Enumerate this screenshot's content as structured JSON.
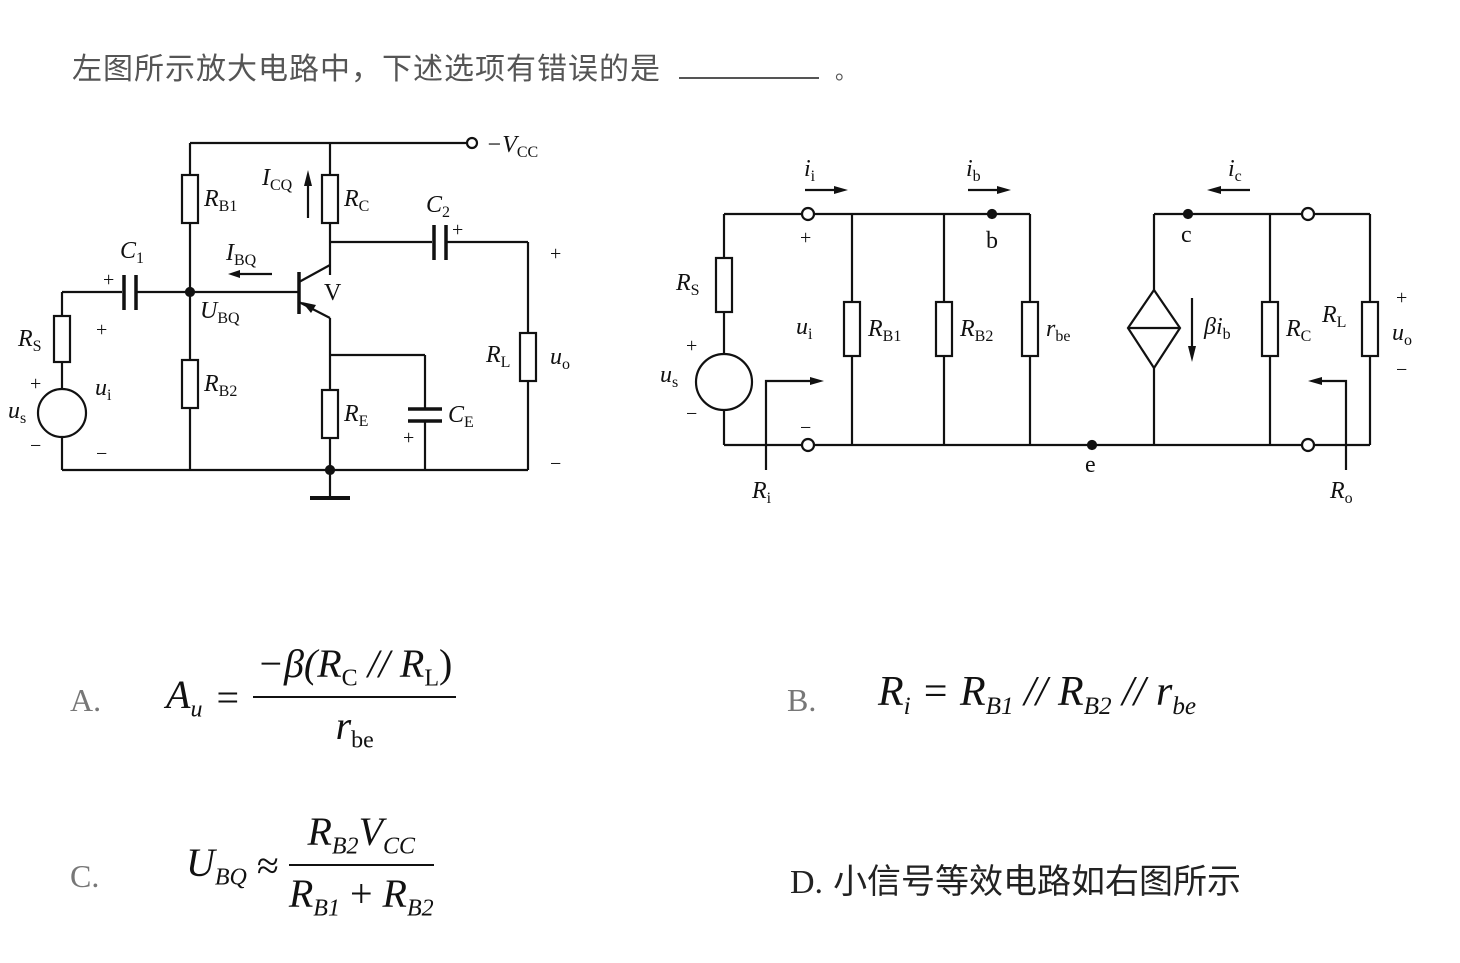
{
  "question": {
    "text": "左图所示放大电路中，下述选项有错误的是",
    "end_mark": "。"
  },
  "left_circuit": {
    "labels": {
      "vcc": "−V",
      "vcc_sub": "CC",
      "rb1": "R",
      "rb1_sub": "B1",
      "rb2": "R",
      "rb2_sub": "B2",
      "rc": "R",
      "rc_sub": "C",
      "re": "R",
      "re_sub": "E",
      "rs": "R",
      "rs_sub": "S",
      "rl": "R",
      "rl_sub": "L",
      "c1": "C",
      "c1_sub": "1",
      "c2": "C",
      "c2_sub": "2",
      "ce": "C",
      "ce_sub": "E",
      "icq": "I",
      "icq_sub": "CQ",
      "ibq": "I",
      "ibq_sub": "BQ",
      "ubq": "U",
      "ubq_sub": "BQ",
      "transistor": "V",
      "us": "u",
      "us_sub": "s",
      "ui": "u",
      "ui_sub": "i",
      "uo": "u",
      "uo_sub": "o",
      "plus": "+",
      "minus": "−"
    }
  },
  "right_circuit": {
    "labels": {
      "ii": "i",
      "ii_sub": "i",
      "ib": "i",
      "ib_sub": "b",
      "ic": "i",
      "ic_sub": "c",
      "node_b": "b",
      "node_c": "c",
      "node_e": "e",
      "rs": "R",
      "rs_sub": "S",
      "rb1": "R",
      "rb1_sub": "B1",
      "rb2": "R",
      "rb2_sub": "B2",
      "rbe": "r",
      "rbe_sub": "be",
      "beta_ib": "βi",
      "beta_ib_sub": "b",
      "rc": "R",
      "rc_sub": "C",
      "rl": "R",
      "rl_sub": "L",
      "us": "u",
      "us_sub": "s",
      "ui": "u",
      "ui_sub": "i",
      "uo": "u",
      "uo_sub": "o",
      "ri": "R",
      "ri_sub": "i",
      "ro": "R",
      "ro_sub": "o",
      "plus": "+",
      "minus": "−"
    }
  },
  "options": {
    "A": {
      "label": "A.",
      "lhs": "A",
      "lhs_sub": "u",
      "eq": "=",
      "num": "−β(R",
      "num_sub1": "C",
      "num_mid": " // R",
      "num_sub2": "L",
      "num_end": ")",
      "den": "r",
      "den_sub": "be"
    },
    "B": {
      "label": "B.",
      "text": "R",
      "s1": "i",
      "t2": " = R",
      "s2": "B1",
      "t3": " // R",
      "s3": "B2",
      "t4": " // r",
      "s4": "be"
    },
    "C": {
      "label": "C.",
      "lhs": "U",
      "lhs_sub": "BQ",
      "eq": "≈",
      "num1": "R",
      "num1_sub": "B2",
      "num2": "V",
      "num2_sub": "CC",
      "den1": "R",
      "den1_sub": "B1",
      "den_op": " + ",
      "den2": "R",
      "den2_sub": "B2"
    },
    "D": {
      "label": "D.",
      "text": "小信号等效电路如右图所示"
    }
  }
}
